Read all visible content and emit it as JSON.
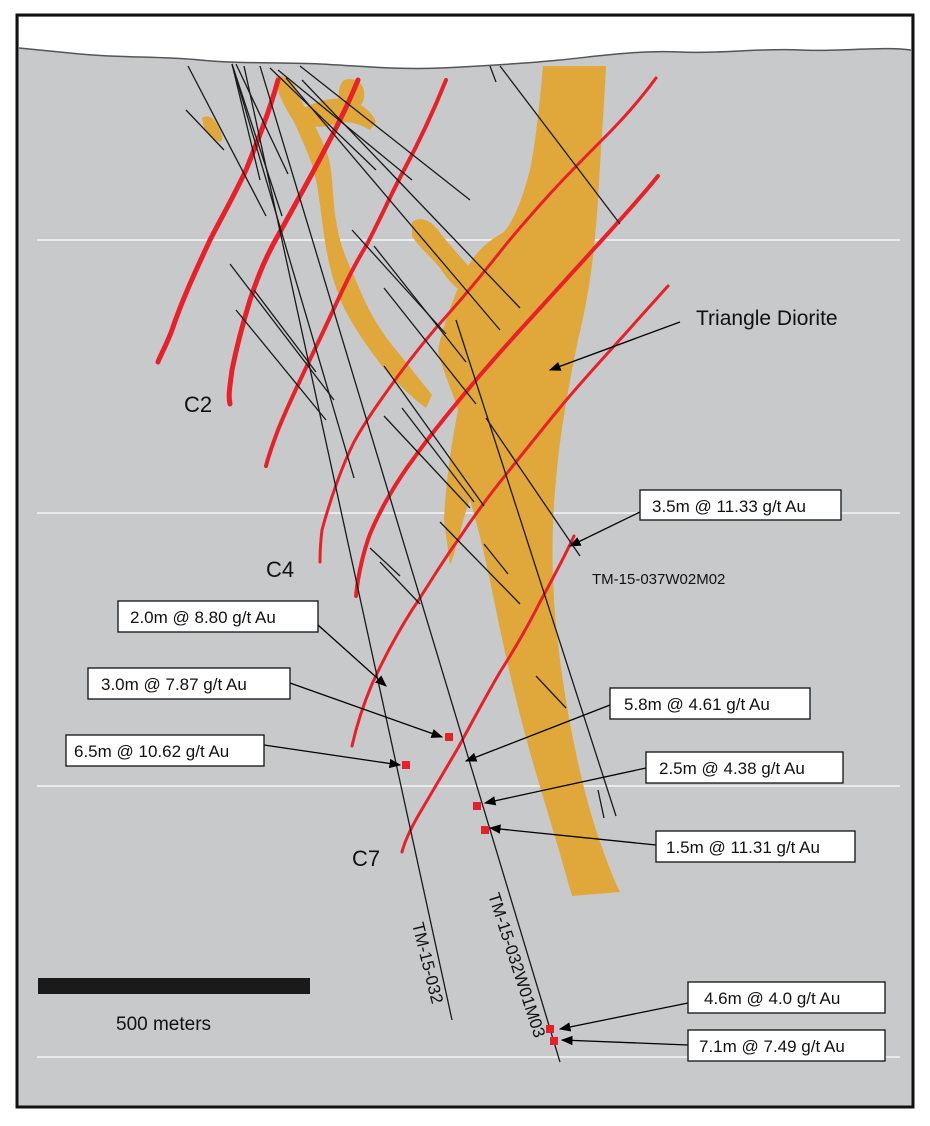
{
  "labels": {
    "triangle_diorite": "Triangle Diorite",
    "zone_c2": "C2",
    "zone_c4": "C4",
    "zone_c7": "C7",
    "scale_bar": "500 meters",
    "hole_032": "TM-15-032",
    "hole_032w01m03": "TM-15-032W01M03",
    "hole_037w02m02": "TM-15-037W02M02"
  },
  "intercepts": [
    "3.5m @ 11.33 g/t Au",
    "2.0m @ 8.80 g/t Au",
    "3.0m @ 7.87 g/t Au",
    "6.5m @ 10.62 g/t Au",
    "5.8m @ 4.61 g/t Au",
    "2.5m @ 4.38 g/t Au",
    "1.5m @ 11.31 g/t Au",
    "4.6m @ 4.0 g/t Au",
    "7.1m @ 7.49 g/t Au"
  ],
  "colors": {
    "background": "#c8c9cb",
    "vein": "#e8202a",
    "diorite": "#e0a83a",
    "drillhole": "#1a1a1a",
    "sample": "#e8202a"
  }
}
